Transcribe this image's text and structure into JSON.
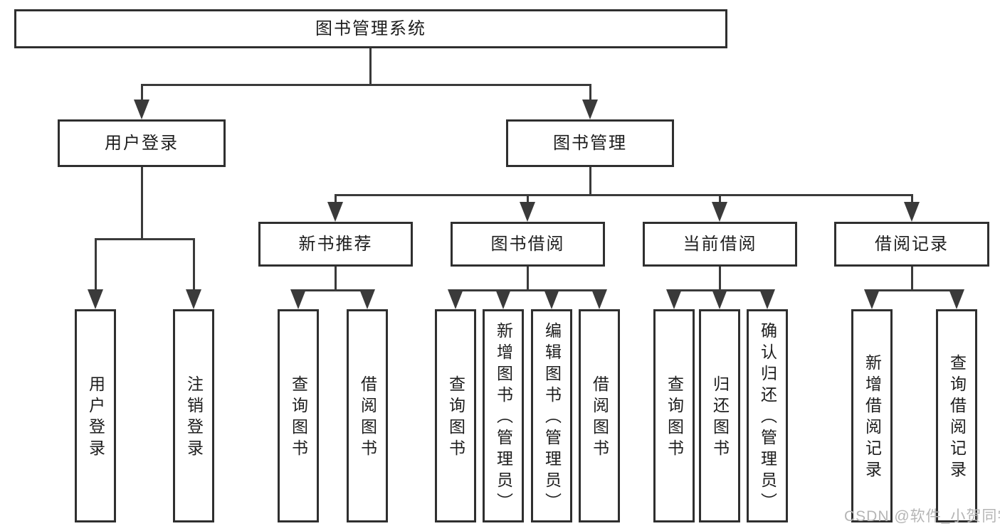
{
  "tree": {
    "root": {
      "label": "图书管理系统"
    },
    "branches": [
      {
        "label": "用户登录",
        "children": [
          {
            "label": "用户登录"
          },
          {
            "label": "注销登录"
          }
        ]
      },
      {
        "label": "图书管理",
        "groups": [
          {
            "label": "新书推荐",
            "children": [
              {
                "label": "查询图书"
              },
              {
                "label": "借阅图书"
              }
            ]
          },
          {
            "label": "图书借阅",
            "children": [
              {
                "label": "查询图书"
              },
              {
                "label": "新增图书（管理员）"
              },
              {
                "label": "编辑图书（管理员）"
              },
              {
                "label": "借阅图书"
              }
            ]
          },
          {
            "label": "当前借阅",
            "children": [
              {
                "label": "查询图书"
              },
              {
                "label": "归还图书"
              },
              {
                "label": "确认归还（管理员）"
              }
            ]
          },
          {
            "label": "借阅记录",
            "children": [
              {
                "label": "新增借阅记录"
              },
              {
                "label": "查询借阅记录"
              }
            ]
          }
        ]
      }
    ]
  },
  "watermark": "CSDN @软件_小贺同学",
  "colors": {
    "line": "#3a3a3a",
    "box_border": "#2f2f2f",
    "text": "#1d1d1d",
    "watermark": "#b5b5b5",
    "background": "#ffffff"
  }
}
